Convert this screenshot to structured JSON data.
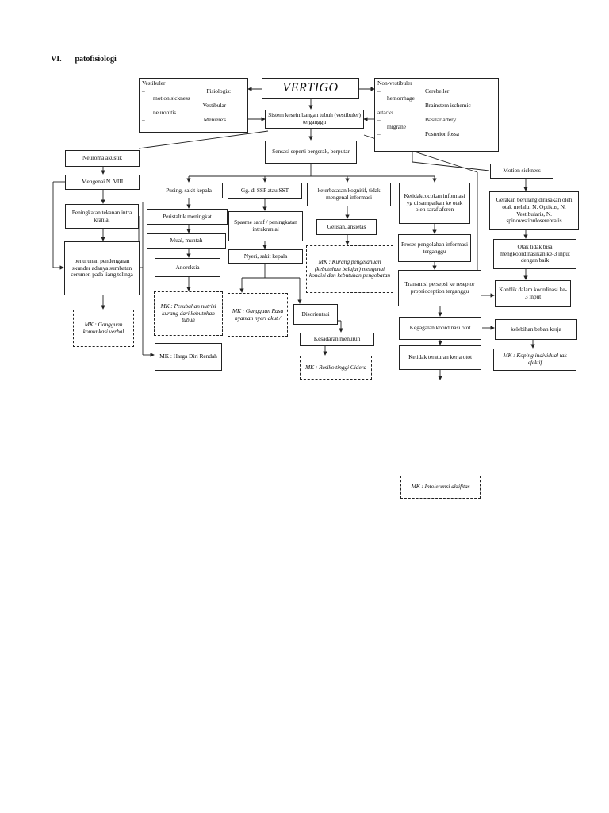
{
  "heading": {
    "number": "VI.",
    "title": "patofisiologi"
  },
  "nodes": {
    "vertigo": "VERTIGO",
    "vestibuler_title": "Vestibuler",
    "vestibuler_items": [
      {
        "dash": "–",
        "text": "Fisiologis:"
      },
      {
        "dash": "",
        "text": "motion sickness"
      },
      {
        "dash": "–",
        "text": "Vestibular"
      },
      {
        "dash": "",
        "text": "neuronitis"
      },
      {
        "dash": "–",
        "text": "Meniere's"
      }
    ],
    "nonvestibuler_title": "Non-vestibuler",
    "nonvestibuler_items": [
      {
        "dash": "–",
        "text": "Cerebeller"
      },
      {
        "dash": "",
        "text": "hemorrhage"
      },
      {
        "dash": "–",
        "text": "Brainstem ischemic"
      },
      {
        "dash": "",
        "text": "attacks"
      },
      {
        "dash": "–",
        "text": "Basilar artery"
      },
      {
        "dash": "",
        "text": "migrane"
      },
      {
        "dash": "–",
        "text": "Posterior fossa"
      }
    ],
    "sistem_keseimbangan": "Sistem keseimbangan tubuh (vestibuler) terganggu",
    "sensasi": "Sensasi seperti bergerak, berputar",
    "neuroma": "Neuroma akustik",
    "mengenai_n8": "Mengenai N. VIII",
    "peningkatan_tekanan": "Peningkatan tekanan intra kranial",
    "penurunan_pendengaran": "penurunan pendengaran skunder adanya sumbatan cerumen pada liang telinga",
    "mk_komunikasi": "MK : Gangguan komunkasi verbal",
    "pusing": "Pusing, sakit kepala",
    "peristaltik": "Peristaltik meningkat",
    "mual": "Mual, muntah",
    "anoreksia": "Anoreksia",
    "mk_nutrisi": "MK : Perubahan nutrisi kurang dari kebutuhan tubuh",
    "mk_harga_diri": "MK : Harga Diri Rendah",
    "gg_ssp": "Gg. di SSP atau SST",
    "spasme": "Spasme saraf / peningkatan intrakranial",
    "nyeri": "Nyeri, sakit kepala",
    "mk_nyeri": "MK : Gangguan Rasa nyaman nyeri akut /",
    "disorientasi": "Disorientasi",
    "kesadaran": "Kesadaran menurun",
    "mk_cidera": "MK : Resiko tinggi Cidera",
    "keterbatasan": "keterbatasan kognitif, tidak mengenal informasi",
    "gelisah": "Gelisah, ansietas",
    "mk_pengetahuan": "MK : Kurang pengetahuan (kebutuhan belajar) mengenai kondisi dan kebutuhan pengobatan",
    "ketidakcocokan": "Ketidakcocokan informasi yg di sampaikan ke otak oleh saraf aferen",
    "proses": "Proses pengolahan informasi terganggu",
    "transmisi": "Transmisi persepsi ke reseptor proprioception terganggu",
    "kegagalan": "Kegagalan koordinasi otot",
    "ketidak_teraturan": "Ketidak teraturan kerja otot",
    "mk_intoleransi": "MK : Intoleransi aktifitas",
    "motion_sickness": "Motion sickness",
    "gerakan": "Gerakan berulang dirasakan oleh otak melalui N. Optikus, N. Vestibularis, N. spinovestibuloserebralis",
    "otak": "Otak tidak bisa mengkoordinasikan ke-3 input dengan baik",
    "konflik": "Konflik dalam koordinasi ke-3 input",
    "kelebihan": "kelebihan beban kerja",
    "mk_koping": "MK : Koping individual tak efektif"
  },
  "colors": {
    "line": "#222222",
    "text": "#111111",
    "background": "#ffffff"
  }
}
